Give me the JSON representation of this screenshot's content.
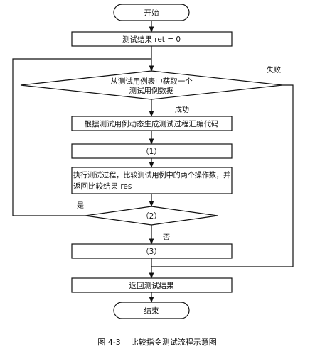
{
  "flowchart": {
    "start": "开始",
    "init": "测试结果 ret = 0",
    "fetch_line1": "从测试用例表中获取一个",
    "fetch_line2": "测试用例数据",
    "fail_label": "失败",
    "success_label": "成功",
    "generate": "根据测试用例动态生成测试过程汇编代码",
    "step1": "（1）",
    "execute_line1": "执行测试过程，比较测试用例中的两个操作数，并",
    "execute_line2": "返回比较结果 res",
    "yes_label": "是",
    "decision2": "（2）",
    "no_label": "否",
    "step3": "（3）",
    "return": "返回测试结果",
    "end": "结束"
  },
  "caption": "图 4-3    比较指令测试流程示意图"
}
